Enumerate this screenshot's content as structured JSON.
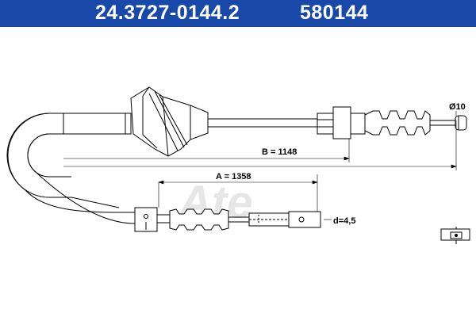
{
  "header": {
    "part_number": "24.3727-0144.2",
    "code": "580144"
  },
  "dimensions": {
    "b_label": "B = 1148",
    "a_label": "A = 1358",
    "diameter_label": "Ø10",
    "d_label": "d=4,5"
  },
  "watermark": "Ate",
  "colors": {
    "header_bg": "#1848a8",
    "header_text": "#ffffff",
    "line": "#000000",
    "watermark": "#e6e6e6"
  }
}
